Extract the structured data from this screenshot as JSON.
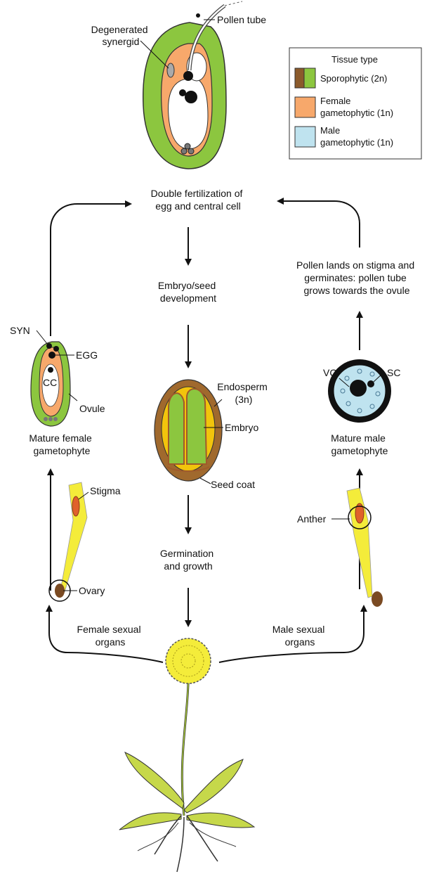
{
  "legend": {
    "title": "Tissue type",
    "items": [
      {
        "label_lines": [
          "Sporophytic (2n)"
        ],
        "colors": [
          "#8b5a2b",
          "#8cc63f"
        ]
      },
      {
        "label_lines": [
          "Female",
          "gametophytic (1n)"
        ],
        "colors": [
          "#f7a86b"
        ]
      },
      {
        "label_lines": [
          "Male",
          "gametophytic (1n)"
        ],
        "colors": [
          "#bfe3ef"
        ]
      }
    ]
  },
  "colors": {
    "sporophytic_green": "#8cc63f",
    "sporophytic_brown": "#8b5a2b",
    "female_orange": "#f7a86b",
    "male_blue": "#bfe3ef",
    "endosperm_yellow": "#f2c40c",
    "flower_yellow": "#f4ec3a"
  },
  "labels": {
    "pollen_tube": "Pollen tube",
    "degenerated_synergid": [
      "Degenerated",
      "synergid"
    ],
    "double_fertilization": [
      "Double fertilization of",
      "egg and central cell"
    ],
    "embryo_seed_dev": [
      "Embryo/seed",
      "development"
    ],
    "endosperm": [
      "Endosperm",
      "(3n)"
    ],
    "embryo": "Embryo",
    "seed_coat": "Seed coat",
    "germination": [
      "Germination",
      "and growth"
    ],
    "pollen_lands": [
      "Pollen lands on stigma and",
      "germinates: pollen tube",
      "grows towards the ovule"
    ],
    "vc": "VC",
    "sc": "SC",
    "mature_male": [
      "Mature male",
      "gametophyte"
    ],
    "anther": "Anther",
    "male_organs": [
      "Male sexual",
      "organs"
    ],
    "female_organs": [
      "Female sexual",
      "organs"
    ],
    "syn": "SYN",
    "egg": "EGG",
    "cc": "CC",
    "ovule": "Ovule",
    "mature_female": [
      "Mature female",
      "gametophyte"
    ],
    "stigma": "Stigma",
    "ovary": "Ovary"
  }
}
